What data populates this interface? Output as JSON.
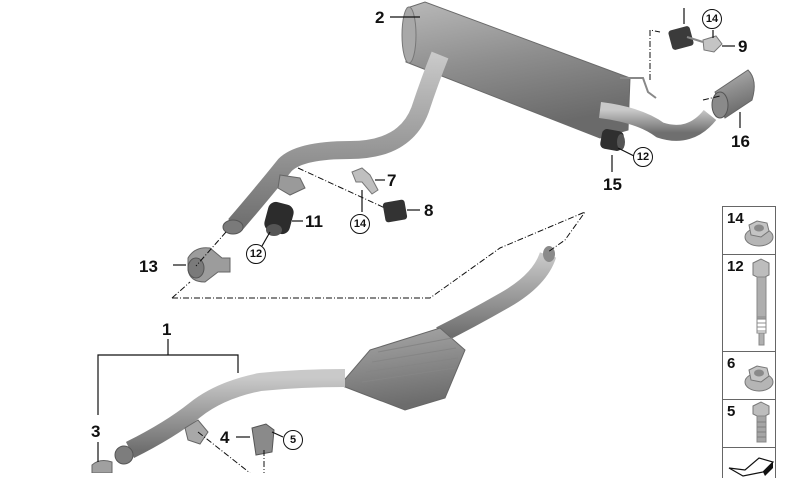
{
  "diagram": {
    "subject": "Exhaust system exploded parts view",
    "colors": {
      "part_metal": "#9a9a9a",
      "part_dark": "#4a4a4a",
      "rubber": "#2e2e2e",
      "line": "#111111",
      "background": "#ffffff"
    },
    "callouts": [
      {
        "id": "c1",
        "label": "1"
      },
      {
        "id": "c2",
        "label": "2"
      },
      {
        "id": "c3",
        "label": "3"
      },
      {
        "id": "c4",
        "label": "4"
      },
      {
        "id": "c7",
        "label": "7"
      },
      {
        "id": "c8",
        "label": "8"
      },
      {
        "id": "c9",
        "label": "9"
      },
      {
        "id": "c11",
        "label": "11"
      },
      {
        "id": "c13",
        "label": "13"
      },
      {
        "id": "c15",
        "label": "15"
      },
      {
        "id": "c16",
        "label": "16"
      }
    ],
    "circled_refs": [
      {
        "id": "r14a",
        "label": "14"
      },
      {
        "id": "r12a",
        "label": "12"
      },
      {
        "id": "r14b",
        "label": "14"
      },
      {
        "id": "r12b",
        "label": "12"
      },
      {
        "id": "r5",
        "label": "5"
      }
    ],
    "legend": [
      {
        "label": "14",
        "icon": "flange-nut-icon"
      },
      {
        "label": "12",
        "icon": "long-bolt-icon"
      },
      {
        "label": "6",
        "icon": "flange-nut-icon"
      },
      {
        "label": "5",
        "icon": "short-bolt-icon"
      },
      {
        "label": "",
        "icon": "sheet-bracket-icon"
      }
    ]
  }
}
